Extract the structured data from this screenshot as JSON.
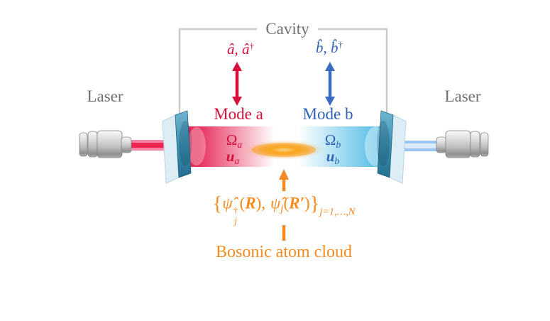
{
  "labels": {
    "cavity": "Cavity",
    "laser_left": "Laser",
    "laser_right": "Laser",
    "mode_a": "Mode a",
    "mode_b": "Mode b",
    "bosonic_cloud": "Bosonic atom cloud"
  },
  "operators": {
    "mode_a": {
      "base": "â, â",
      "dagger": "†"
    },
    "mode_b": {
      "base": "b̂, b̂",
      "dagger": "†"
    }
  },
  "fields": {
    "mode_a": {
      "omega": "Ω",
      "omega_sub": "a",
      "u": "u",
      "u_sub": "a"
    },
    "mode_b": {
      "omega": "Ω",
      "omega_sub": "b",
      "u": "u",
      "u_sub": "b"
    }
  },
  "formula": {
    "brace_open": "{",
    "psi1": "ψ̂",
    "dagger": "†",
    "sub_j1": "j",
    "lparen1": "(",
    "R1": "R",
    "rparen1_comma": "),",
    "psi2": "ψ̂",
    "sub_j2": "j",
    "lparen2": "(",
    "R2": "R′",
    "rparen2": ")",
    "brace_close": "}",
    "index_range": "j=1,…,N"
  },
  "colors": {
    "mode_a_red": "#d5103d",
    "mode_b_blue": "#2e63b5",
    "atoms_orange": "#f78b1f",
    "label_gray": "#6f6f6f",
    "bracket_gray": "#c9c9c9",
    "field_red": "#e62e5c",
    "field_blue": "#5cc0e7",
    "mirror_teal": "#3a8cab"
  }
}
